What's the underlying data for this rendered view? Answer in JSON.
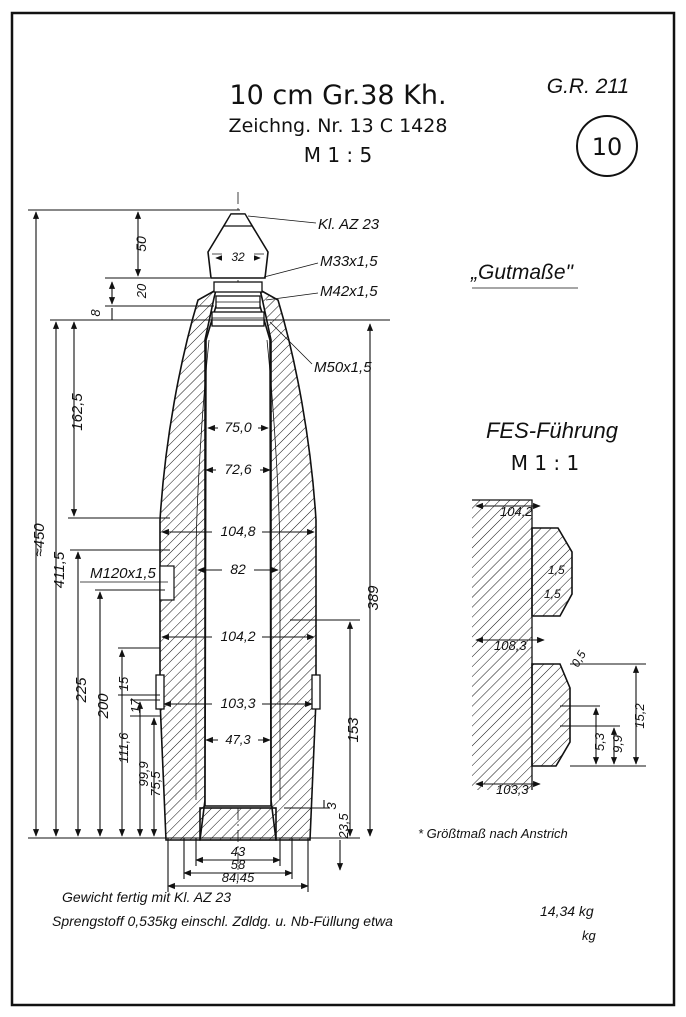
{
  "header": {
    "title": "10 cm Gr.38 Kh.",
    "drawing_number": "Zeichng. Nr. 13 C 1428",
    "scale": "M 1 : 5",
    "report_code": "G.R. 211",
    "sheet_number": "10"
  },
  "note_gutmasse": "„Gutmaße\"",
  "fes": {
    "title": "FES-Führung",
    "scale": "M 1 : 1",
    "dims": {
      "d1042": "104,2",
      "d1083": "108,3",
      "d1033": "103,3",
      "r15a": "1,5",
      "r15b": "1,5",
      "r05": "0,5",
      "w53": "5,3",
      "w99": "9,9",
      "w152": "15,2"
    }
  },
  "callouts": {
    "fuze": "Kl. AZ 23",
    "thread1": "M33x1,5",
    "thread2": "M42x1,5",
    "thread3": "M50x1,5",
    "thread4": "M120x1,5"
  },
  "dims": {
    "total_length": "≈450",
    "body_length": "411,5",
    "fuze_len": "50",
    "d20": "20",
    "d8": "8",
    "ogive": "162,5",
    "d389": "389",
    "d225": "225",
    "d200": "200",
    "d153": "153",
    "d15": "15",
    "d17": "17",
    "d1116": "111,6",
    "d999": "99,9",
    "d755": "75,5",
    "d3": "3",
    "d235": "23,5",
    "dia32": "32",
    "dia75": "75,0",
    "dia726": "72,6",
    "dia1048": "104,8",
    "dia82": "82",
    "dia1042": "104,2",
    "dia1033": "103,3",
    "dia473": "47,3",
    "base43": "43",
    "base58": "58",
    "base8445": "84,45"
  },
  "weight_line1": "Gewicht fertig mit Kl. AZ 23",
  "weight_line2": "Sprengstoff 0,535kg einschl. Zdldg. u. Nb-Füllung etwa",
  "weight_value": "14,34 kg",
  "weight_unit": "kg",
  "footnote": "* Größtmaß nach Anstrich",
  "colors": {
    "ink": "#111111",
    "paper": "#ffffff"
  }
}
